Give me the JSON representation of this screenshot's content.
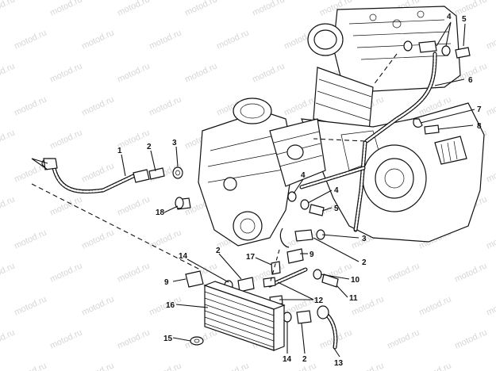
{
  "watermark": "motod.ru",
  "callouts": [
    {
      "id": "c1",
      "text": "1"
    },
    {
      "id": "c2a",
      "text": "2"
    },
    {
      "id": "c3a",
      "text": "3"
    },
    {
      "id": "c4a",
      "text": "4"
    },
    {
      "id": "c5a",
      "text": "5"
    },
    {
      "id": "c6",
      "text": "6"
    },
    {
      "id": "c7",
      "text": "7"
    },
    {
      "id": "c8",
      "text": "8"
    },
    {
      "id": "c4b",
      "text": "4"
    },
    {
      "id": "c4c",
      "text": "4"
    },
    {
      "id": "c5b",
      "text": "5"
    },
    {
      "id": "c3b",
      "text": "3"
    },
    {
      "id": "c2b",
      "text": "2"
    },
    {
      "id": "c9a",
      "text": "9"
    },
    {
      "id": "c10",
      "text": "10"
    },
    {
      "id": "c11",
      "text": "11"
    },
    {
      "id": "c12",
      "text": "12"
    },
    {
      "id": "c13",
      "text": "13"
    },
    {
      "id": "c2c",
      "text": "2"
    },
    {
      "id": "c14a",
      "text": "14"
    },
    {
      "id": "c15",
      "text": "15"
    },
    {
      "id": "c16",
      "text": "16"
    },
    {
      "id": "c9b",
      "text": "9"
    },
    {
      "id": "c14b",
      "text": "14"
    },
    {
      "id": "c2d",
      "text": "2"
    },
    {
      "id": "c17",
      "text": "17"
    },
    {
      "id": "c18",
      "text": "18"
    }
  ]
}
